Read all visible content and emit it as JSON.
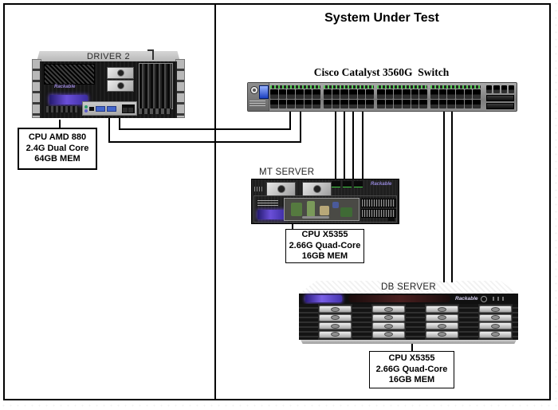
{
  "diagram": {
    "title": "System Under Test",
    "left_panel": {
      "server_label": "DRIVER 2",
      "brand": "Rackable",
      "spec_box": {
        "lines": [
          "CPU AMD 880",
          "2.4G Dual Core",
          "64GB MEM"
        ]
      }
    },
    "switch": {
      "label": "Cisco Catalyst 3560G  Switch",
      "port_groups": 4,
      "ports_per_group": 12,
      "uplink_ports": 4,
      "sfp_slots": 2
    },
    "mt_server": {
      "label": "MT SERVER",
      "brand": "Rackable",
      "spec_box": {
        "lines": [
          "CPU X5355",
          "2.66G Quad-Core",
          "16GB MEM"
        ]
      }
    },
    "db_server": {
      "label": "DB SERVER",
      "brand": "Rackable",
      "drive_columns": 4,
      "drive_rows": 4,
      "spec_box": {
        "lines": [
          "CPU X5355",
          "2.66G Quad-Core",
          "16GB MEM"
        ]
      }
    },
    "colors": {
      "line": "#000000",
      "badge_purple": "#6a4fd8",
      "led_green": "#55cc55",
      "switch_body": "#8e8e8e"
    }
  }
}
